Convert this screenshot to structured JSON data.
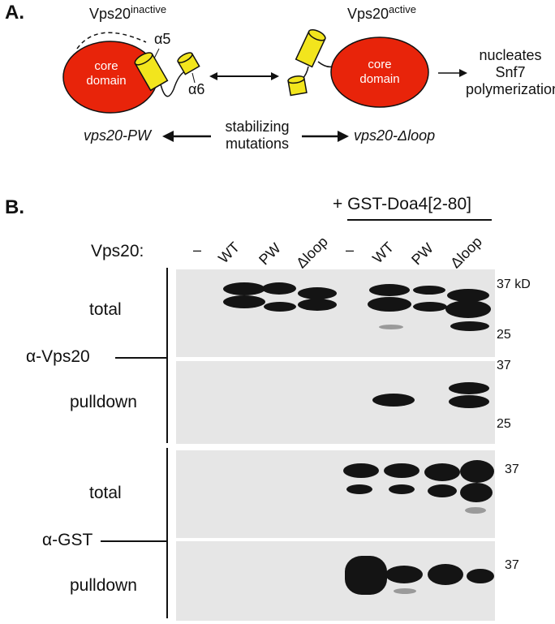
{
  "panel_a": {
    "label": "A.",
    "inactive_title": "Vps20",
    "inactive_sup": "inactive",
    "active_title": "Vps20",
    "active_sup": "active",
    "core_domain_line1": "core",
    "core_domain_line2": "domain",
    "alpha5": "α5",
    "alpha6": "α6",
    "nucleates_lines": [
      "nucleates",
      "Snf7",
      "polymerization"
    ],
    "mutant_left": "vps20-PW",
    "mutant_right": "vps20-Δloop",
    "stabilizing_line1": "stabilizing",
    "stabilizing_line2": "mutations",
    "colors": {
      "core": "#e8240a",
      "helix": "#f2e51d"
    }
  },
  "panel_b": {
    "label": "B.",
    "gst_header": "+ GST-Doa4[2-80]",
    "row_label": "Vps20:",
    "lanes": [
      "–",
      "WT",
      "PW",
      "Δloop",
      "–",
      "WT",
      "PW",
      "Δloop"
    ],
    "antibody_vps20": "α-Vps20",
    "antibody_gst": "α-GST",
    "blot_labels": [
      "total",
      "pulldown",
      "total",
      "pulldown"
    ],
    "mw_markers": {
      "vps20_total": [
        "37 kD",
        "25"
      ],
      "vps20_pulldown": [
        "37",
        "25"
      ],
      "gst_total": [
        "37"
      ],
      "gst_pulldown": [
        "37"
      ]
    }
  }
}
